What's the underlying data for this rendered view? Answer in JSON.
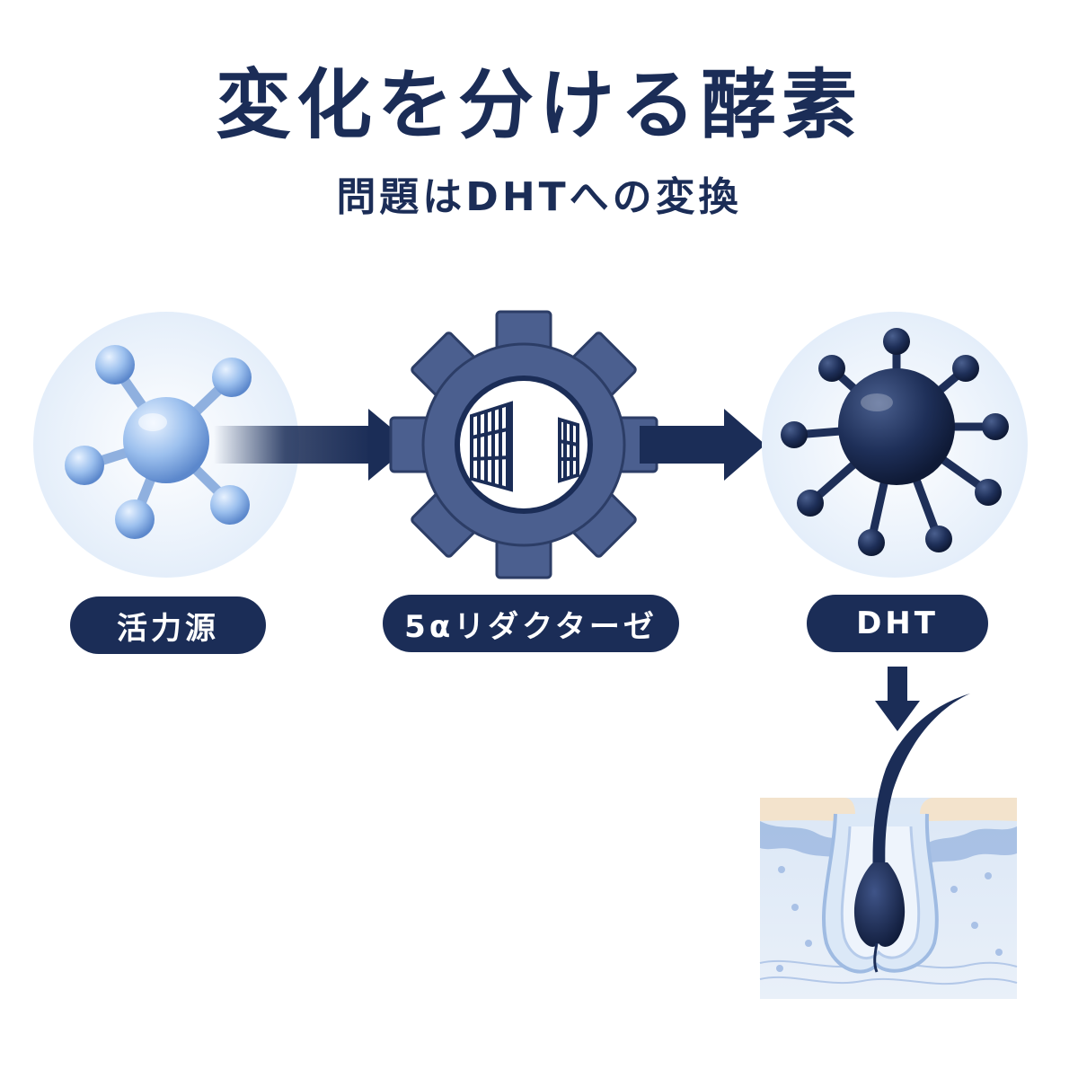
{
  "title": "変化を分ける酵素",
  "subtitle": "問題はDHTへの変換",
  "nodes": [
    {
      "label": "活力源",
      "icon": "molecule-icon"
    },
    {
      "label": "5αリダクターゼ",
      "icon": "gear-gate-icon"
    },
    {
      "label": "DHT",
      "icon": "dht-molecule-icon"
    }
  ],
  "result_icon": "hair-follicle-icon",
  "colors": {
    "navy": "#1b2d57",
    "light_blue": "#8fb4e8",
    "circle_bg": "#eaf1fb",
    "skin": "#f3e3cc"
  }
}
